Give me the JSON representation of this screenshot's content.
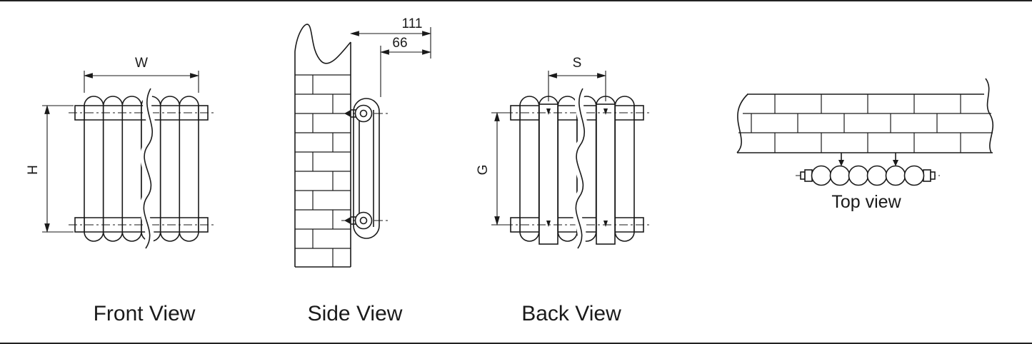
{
  "diagram": {
    "views": {
      "front": {
        "label": "Front View",
        "dims": {
          "width": "W",
          "height": "H"
        }
      },
      "side": {
        "label": "Side View",
        "dims": {
          "wall_to_front": "111",
          "bracket_depth": "66"
        }
      },
      "back": {
        "label": "Back View",
        "dims": {
          "bracket_spacing": "S",
          "tapping_centers": "G"
        }
      },
      "top": {
        "label": "Top view"
      }
    },
    "colors": {
      "line": "#1a1a1a",
      "background": "#ffffff"
    }
  }
}
